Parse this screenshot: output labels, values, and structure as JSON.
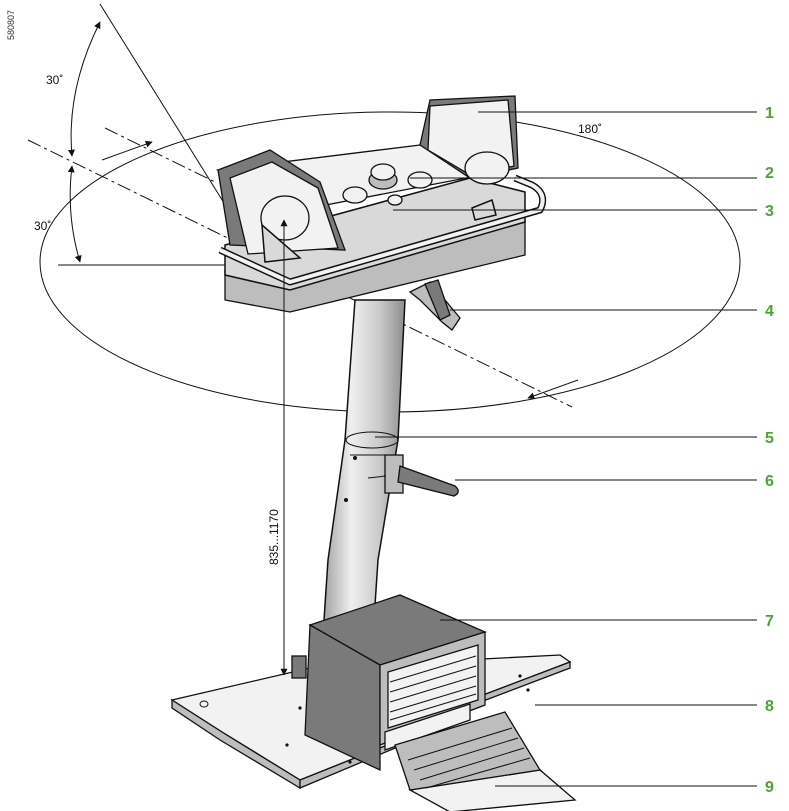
{
  "figure": {
    "reference_code": "580807",
    "angle_top": "30˚",
    "angle_bottom": "30˚",
    "angle_rotation": "180˚",
    "height_range": "835...1170"
  },
  "callouts": [
    "1",
    "2",
    "3",
    "4",
    "5",
    "6",
    "7",
    "8",
    "9"
  ],
  "colors": {
    "callout_green": "#4aa533",
    "line": "#111111",
    "body_grey": "#d9d9d9"
  }
}
